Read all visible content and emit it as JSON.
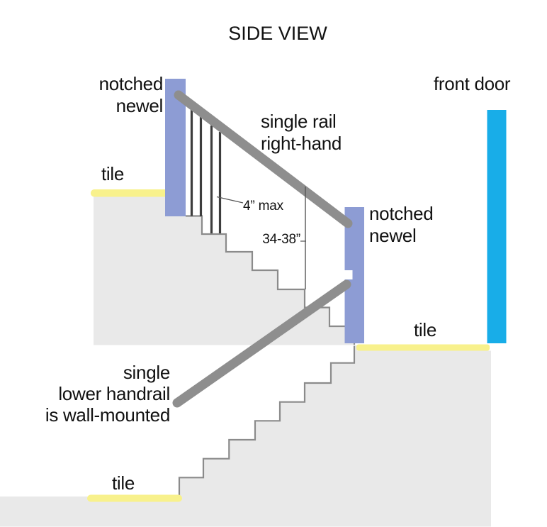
{
  "title": "SIDE VIEW",
  "labels": {
    "upper_newel": "notched\nnewel",
    "lower_newel": "notched\nnewel",
    "front_door": "front door",
    "upper_rail": "single rail\nright-hand",
    "lower_rail": "single\nlower handrail\nis wall-mounted",
    "tile_upper": "tile",
    "tile_landing": "tile",
    "tile_bottom": "tile"
  },
  "dimensions": {
    "baluster_gap": "4” max",
    "rail_height": "34-38”"
  },
  "colors": {
    "floor": "#e9e9e9",
    "stair_outline": "#8b8b8b",
    "rail": "#8e8e8e",
    "baluster": "#3d3d3d",
    "newel": "#8d9cd4",
    "door": "#18ade8",
    "tile": "#f8f18c",
    "dimension_line": "#555555",
    "background": "#ffffff"
  }
}
